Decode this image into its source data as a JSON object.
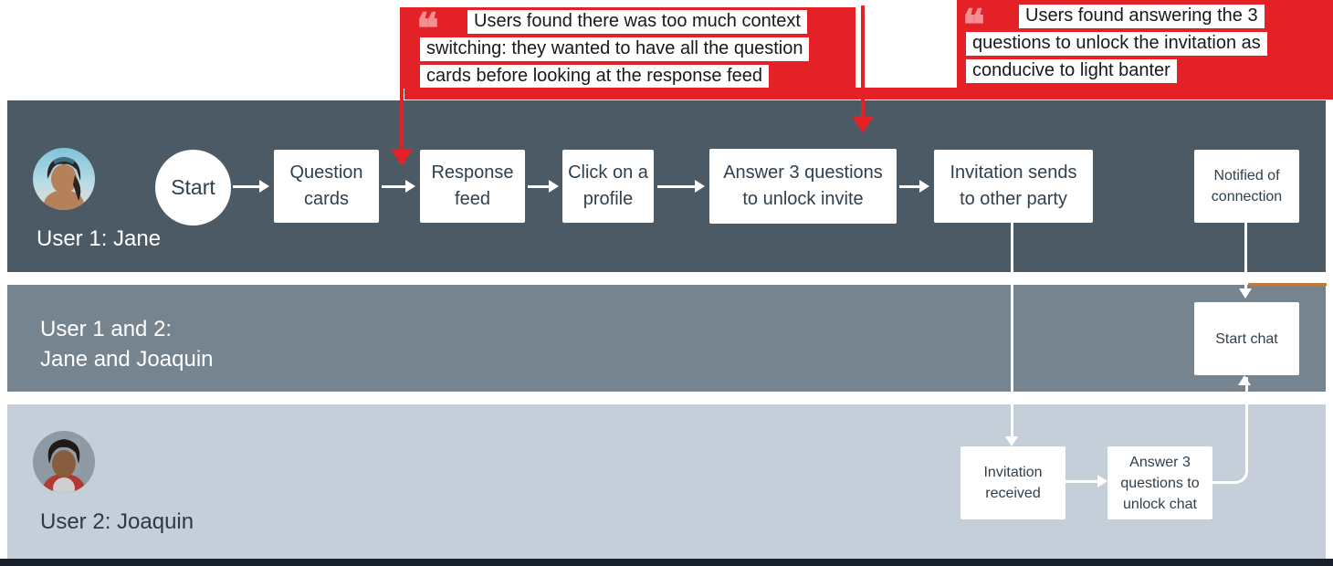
{
  "colors": {
    "accent_red": "#e42127",
    "quote_pink": "#f58f93",
    "lane1_bg": "#4c5a66",
    "lane2_bg": "#75848f",
    "lane3_bg": "#c4cfd9",
    "node_text": "#30404d",
    "bottom_bar": "#17202b",
    "orange_accent": "#c0773a"
  },
  "callouts": {
    "first": {
      "quote": "❝",
      "line1": "Users found there was too much context",
      "line2": "switching: they wanted to have all the question",
      "line3": "cards before looking at the response feed"
    },
    "second": {
      "quote": "❝",
      "line1": "Users found answering the 3",
      "line2": "questions to unlock the invitation as",
      "line3": "conducive to light banter"
    }
  },
  "lanes": {
    "lane1": {
      "label": "User 1: Jane"
    },
    "lane2": {
      "label": "User 1 and 2:\nJane and Joaquin"
    },
    "lane3": {
      "label": "User 2: Joaquin"
    }
  },
  "flow": {
    "start": "Start",
    "question_cards": "Question\ncards",
    "response_feed": "Response\nfeed",
    "click_profile": "Click on a\nprofile",
    "answer_invite": "Answer 3 questions\nto unlock invite",
    "invitation_sends": "Invitation sends\nto other party",
    "notified": "Notified of\nconnection",
    "start_chat": "Start chat",
    "invitation_received": "Invitation\nreceived",
    "answer_chat": "Answer 3\nquestions to\nunlock chat"
  }
}
